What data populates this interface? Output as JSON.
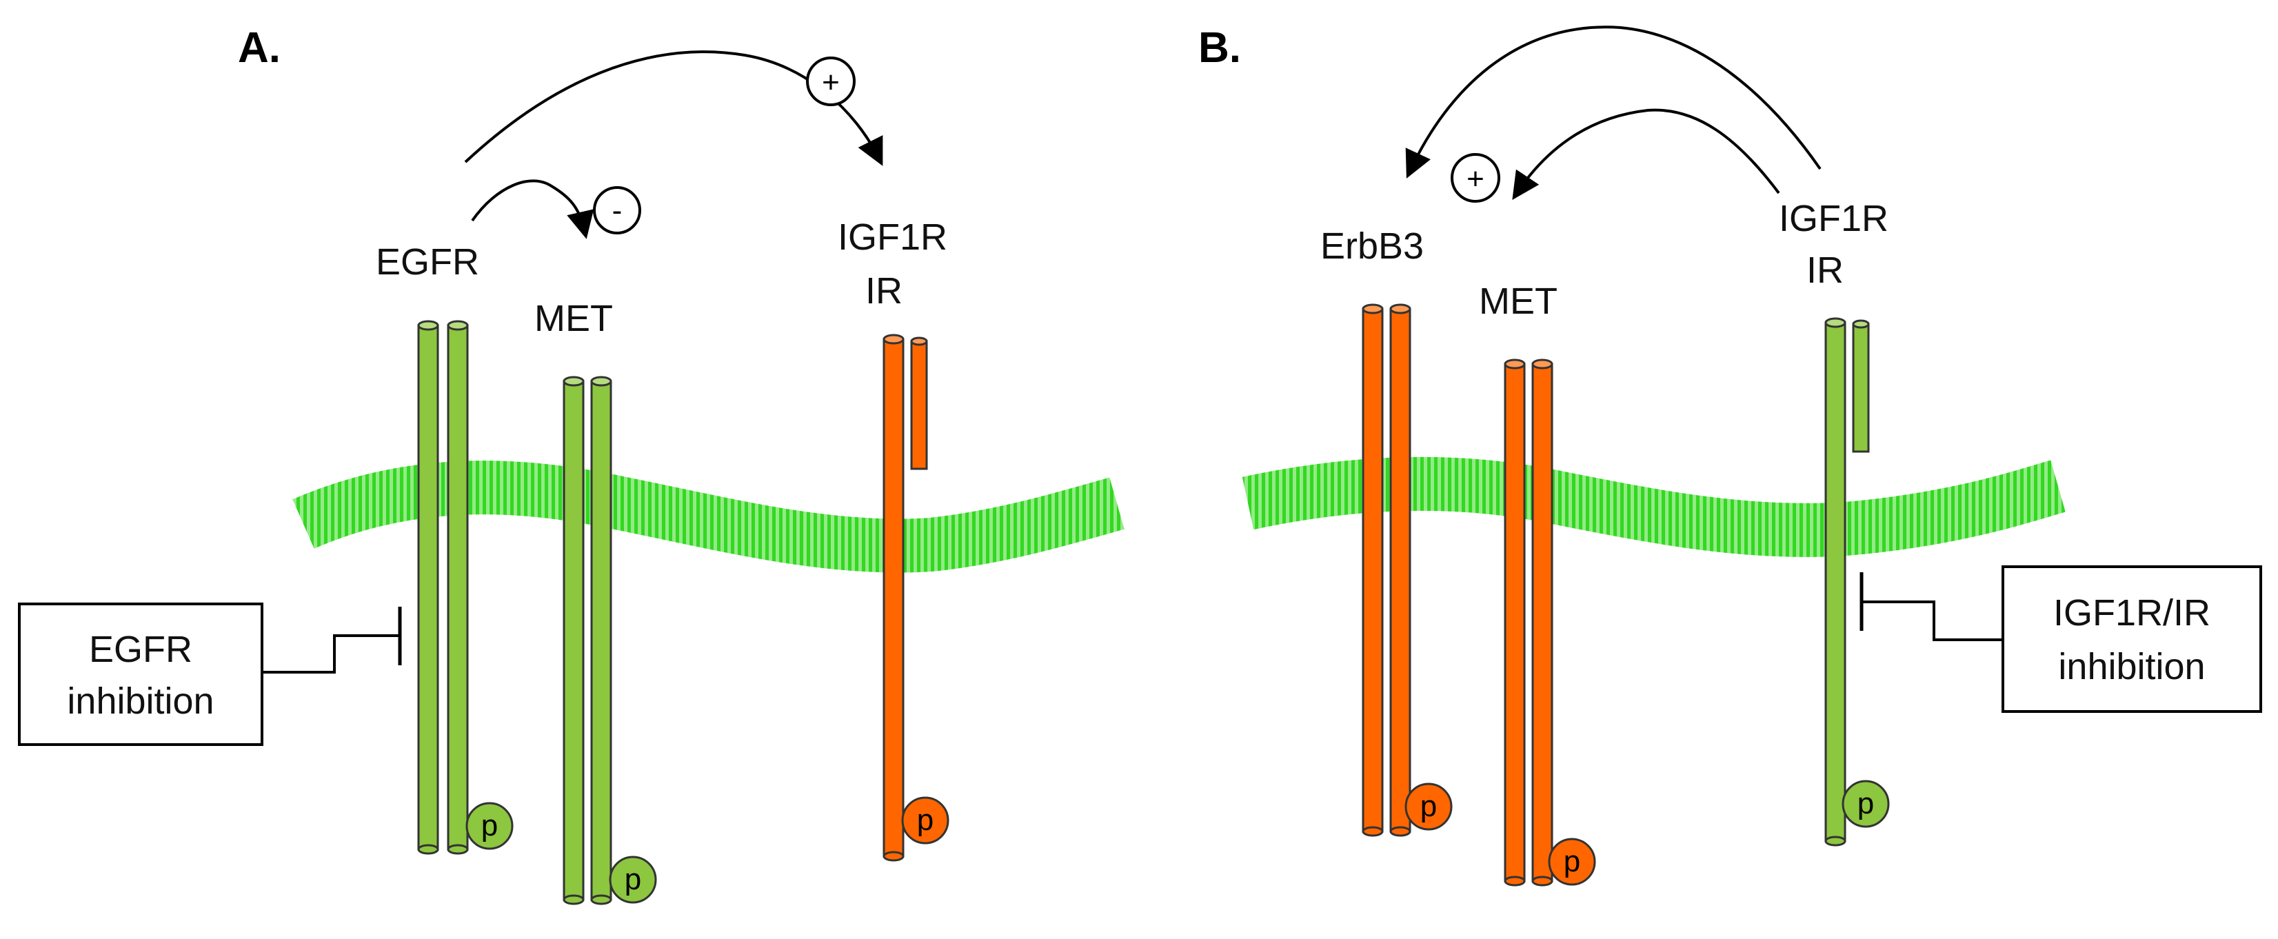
{
  "colors": {
    "active": "#ff6600",
    "inactive": "#8dc63f",
    "membrane": "#33dd22",
    "membrane_light": "#b6f5a8"
  },
  "panel_a": {
    "label": "A.",
    "receptors": {
      "egfr": "EGFR",
      "met": "MET",
      "igf1r_line1": "IGF1R",
      "igf1r_line2": "IR"
    },
    "signs": {
      "plus": "+",
      "minus": "-"
    },
    "phospho": "p",
    "inhibition_box": {
      "line1": "EGFR",
      "line2": "inhibition"
    }
  },
  "panel_b": {
    "label": "B.",
    "receptors": {
      "erbb3": "ErbB3",
      "met": "MET",
      "igf1r_line1": "IGF1R",
      "igf1r_line2": "IR"
    },
    "signs": {
      "plus": "+"
    },
    "phospho": "p",
    "inhibition_box": {
      "line1": "IGF1R/IR",
      "line2": "inhibition"
    }
  }
}
